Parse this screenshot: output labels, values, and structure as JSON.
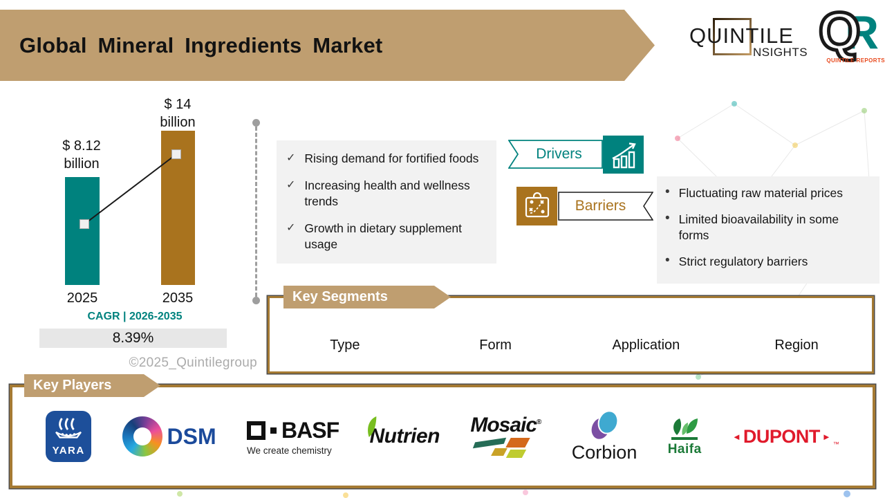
{
  "header": {
    "title": "Global Mineral Ingredients Market",
    "quintile_logo": {
      "word": "QUINTILE",
      "sub": "NSIGHTS"
    },
    "qr_logo": {
      "q": "Q",
      "r": "R",
      "caption": "QUINTILE REPORTS"
    }
  },
  "chart_data": {
    "type": "bar",
    "categories": [
      "2025",
      "2035"
    ],
    "values": [
      8.12,
      14
    ],
    "value_labels": [
      {
        "amount": "$ 8.12",
        "unit": "billion"
      },
      {
        "amount": "$ 14",
        "unit": "billion"
      }
    ],
    "bar_colors": [
      "#00827E",
      "#A9731E"
    ],
    "trend_line": true,
    "ylim": [
      0,
      15
    ],
    "cagr_label": "CAGR | 2026-2035",
    "cagr_value": "8.39%",
    "watermark": "©2025_Quintilegroup"
  },
  "drivers": {
    "label": "Drivers",
    "items": [
      "Rising demand for fortified foods",
      "Increasing health and wellness trends",
      "Growth in dietary supplement usage"
    ]
  },
  "barriers": {
    "label": "Barriers",
    "items": [
      "Fluctuating raw material prices",
      "Limited bioavailability in some forms",
      "Strict regulatory barriers"
    ]
  },
  "key_segments": {
    "title": "Key Segments",
    "columns": [
      "Type",
      "Form",
      "Application",
      "Region"
    ]
  },
  "key_players": {
    "title": "Key Players",
    "logos": {
      "yara": "YARA",
      "dsm": "DSM",
      "basf": "BASF",
      "basf_tagline": "We create chemistry",
      "nutrien": "Nutrien",
      "mosaic": "Mosaic",
      "mosaic_reg": "®",
      "corbion": "Corbion",
      "haifa": "Haifa",
      "dupont": "DUPONT",
      "dupont_left": "◄",
      "dupont_right": "►",
      "dupont_tm": "™"
    }
  },
  "icons": {
    "check": "✓",
    "bullet": "•"
  },
  "colors": {
    "tan": "#BF9E70",
    "teal": "#00827E",
    "brown": "#A9731E",
    "panel_gray": "#F2F2F2"
  }
}
